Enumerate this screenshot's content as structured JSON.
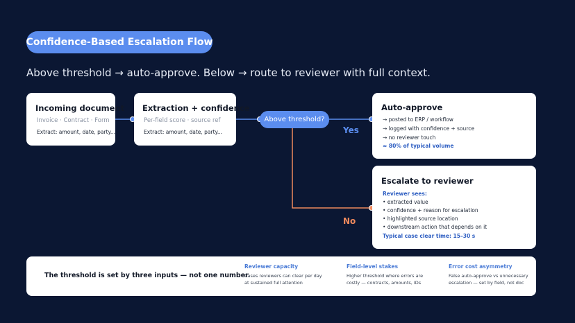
{
  "title": "Confidence-Based Escalation Flow",
  "subtitle": "Above threshold → auto-approve. Below → route to reviewer with full context.",
  "nodes": {
    "incoming": {
      "title": "Incoming document",
      "sub": "Invoice · Contract · Form",
      "detail": "Extract: amount, date, party..."
    },
    "extraction": {
      "title": "Extraction + confidence",
      "sub": "Per-field score · source ref",
      "detail": "Extract: amount, date, party..."
    },
    "decision": {
      "label": "Above threshold?"
    },
    "auto_approve": {
      "title": "Auto-approve",
      "lines": [
        "→ posted to ERP / workflow",
        "→ logged with confidence + source",
        "→ no reviewer touch"
      ],
      "highlight": "≈ 80% of typical volume"
    },
    "escalate": {
      "title": "Escalate to reviewer",
      "heading": "Reviewer sees:",
      "lines": [
        "• extracted value",
        "• confidence + reason for escalation",
        "• highlighted source location",
        "• downstream action that depends on it"
      ],
      "highlight": "Typical case clear time: 15–30 s"
    }
  },
  "branches": {
    "yes": "Yes",
    "no": "No"
  },
  "footer": {
    "headline": "The threshold is set by three inputs — not one number",
    "factors": [
      {
        "title": "Reviewer capacity",
        "line1": "Cases reviewers can clear per day",
        "line2": "at sustained full attention"
      },
      {
        "title": "Field-level stakes",
        "line1": "Higher threshold where errors are",
        "line2": "costly — contracts, amounts, IDs"
      },
      {
        "title": "Error cost asymmetry",
        "line1": "False auto-approve vs unnecessary",
        "line2": "escalation — set by field, not doc"
      }
    ]
  },
  "colors": {
    "background": "#0b1733",
    "accent": "#5b8def",
    "yes": "#5b8def",
    "no": "#f08a5d"
  }
}
